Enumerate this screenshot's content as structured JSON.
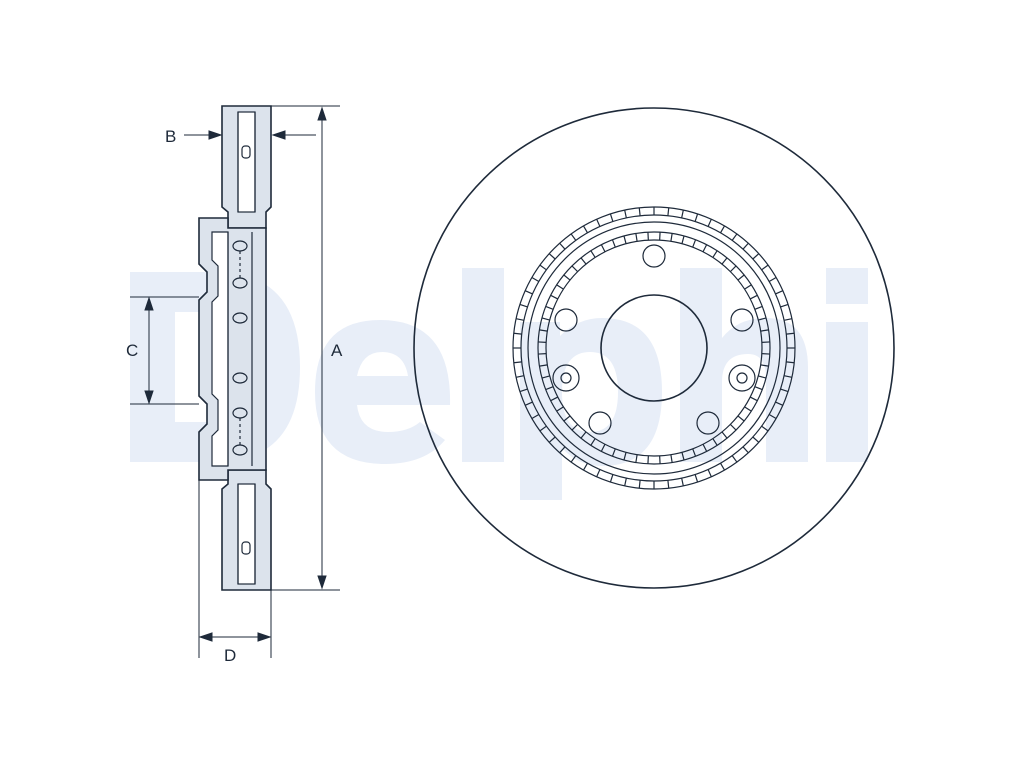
{
  "watermark": {
    "text": "Delphi",
    "color": "#e8eef8"
  },
  "line_color": "#1e2a3a",
  "fill_color": "#dce3ec",
  "dimensions": {
    "a": "A",
    "b": "B",
    "c": "C",
    "d": "D"
  }
}
